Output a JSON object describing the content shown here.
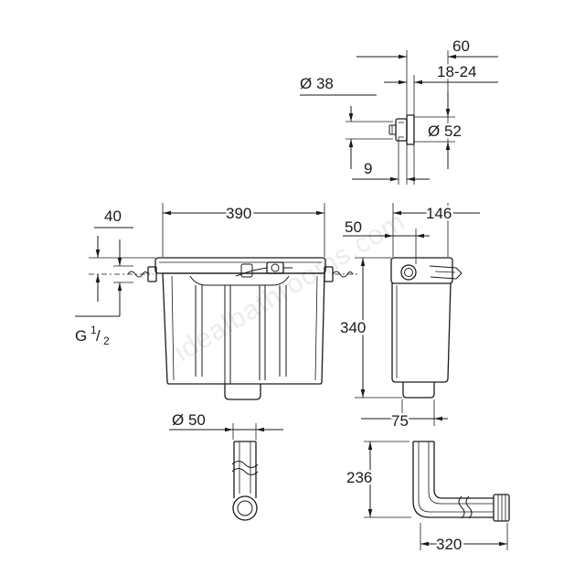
{
  "flush_plate": {
    "depth": "60",
    "wall_range": "18-24",
    "diameter_small": "Ø 38",
    "diameter_large": "Ø 52",
    "offset": "9"
  },
  "front_view": {
    "inlet_height": "40",
    "width": "390",
    "inlet_thread": {
      "letter": "G",
      "numerator": "1",
      "separator": "/",
      "denominator": "2"
    }
  },
  "side_view": {
    "depth": "146",
    "inlet_depth": "50",
    "height": "340",
    "outlet_width": "75"
  },
  "flush_pipes": {
    "diameter": "Ø 50",
    "vertical_drop": "236",
    "horizontal_length": "320"
  },
  "watermark": "idealbathrooms.com",
  "colors": {
    "line": "#1a1a1a",
    "watermark": "#ececec",
    "background": "#ffffff"
  }
}
